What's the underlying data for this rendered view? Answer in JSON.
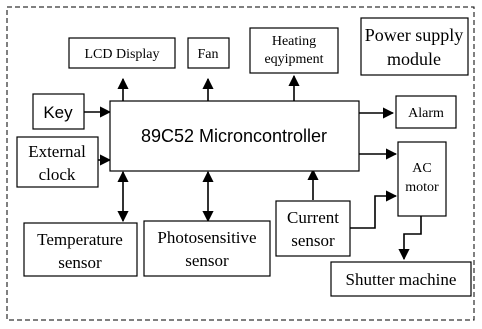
{
  "blocks": {
    "mcu": "89C52 Microncontroller",
    "lcd": "LCD Display",
    "fan": "Fan",
    "heating": [
      "Heating",
      "eqyipment"
    ],
    "power": [
      "Power supply",
      "module"
    ],
    "key": "Key",
    "ext_clock": [
      "External",
      "clock"
    ],
    "alarm": "Alarm",
    "ac_motor": [
      "AC",
      "motor"
    ],
    "current": [
      "Current",
      "sensor"
    ],
    "temperature": [
      "Temperature",
      "sensor"
    ],
    "photo": [
      "Photosensitive",
      "sensor"
    ],
    "shutter": "Shutter machine"
  }
}
